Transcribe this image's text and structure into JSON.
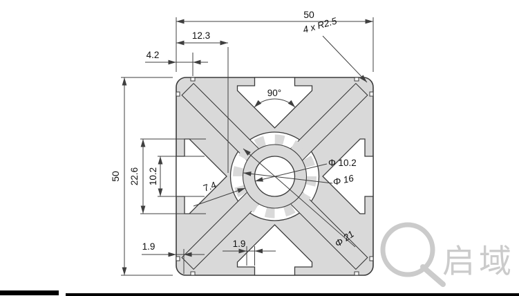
{
  "colors": {
    "background": "#ffffff",
    "profile_fill": "#d9d9d9",
    "outline": "#3a3a3a",
    "dimension_lines": "#3f3f3f",
    "dimension_text": "#101010",
    "watermark": "#cbcbcb"
  },
  "dimensions": {
    "top_width": "50",
    "top_slot_offset": "12.3",
    "top_corner_groove": "4.2",
    "corner_radius_note": "4 x R2.5",
    "slot_angle": "90°",
    "left_height": "50",
    "left_cavity_height": "22.6",
    "left_slot_opening": "10.2",
    "web_thickness": "7.4",
    "bore_diameter": "Φ 10.2",
    "hub_diameter": "Φ 16",
    "spline_diameter": "Φ 21",
    "bottom_left_wall": "1.9",
    "bottom_slot_lip": "1.9"
  },
  "watermark": {
    "text": "启域",
    "logo": "q-circle-logo"
  }
}
